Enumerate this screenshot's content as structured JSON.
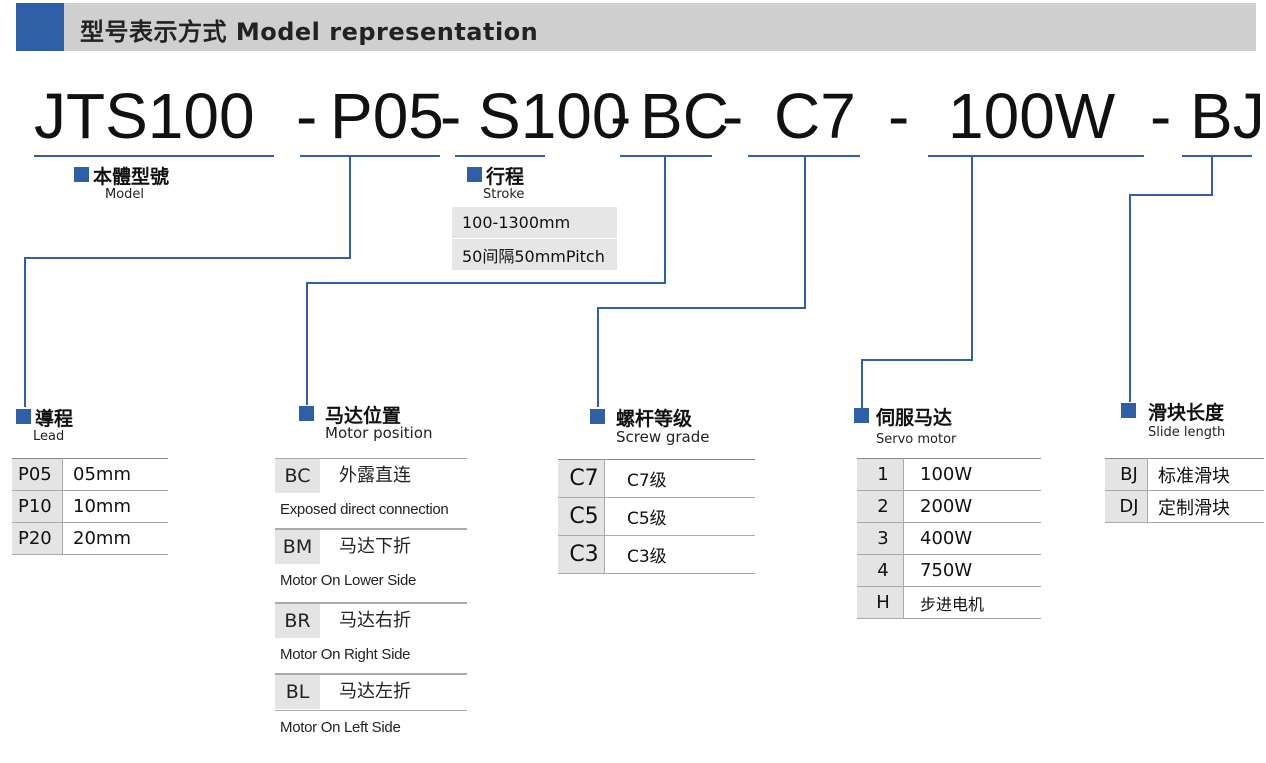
{
  "header": {
    "title": "型号表示方式  Model representation"
  },
  "code": [
    "JTS100",
    "-",
    "P05",
    "-",
    "S100",
    "-",
    "BC",
    "-",
    "C7",
    "-",
    "100W",
    "-",
    "BJ"
  ],
  "model": {
    "label_cn": "本體型號",
    "label_en": "Model"
  },
  "stroke": {
    "label_cn": "行程",
    "label_en": "Stroke",
    "rows": [
      "100-1300mm",
      "50间隔50mmPitch"
    ]
  },
  "lead": {
    "label_cn": "導程",
    "label_en": "Lead",
    "rows": [
      {
        "code": "P05",
        "value": "05mm"
      },
      {
        "code": "P10",
        "value": "10mm"
      },
      {
        "code": "P20",
        "value": "20mm"
      }
    ]
  },
  "motor_position": {
    "label_cn": "马达位置",
    "label_en": "Motor position",
    "rows": [
      {
        "code": "BC",
        "cn": "外露直连",
        "en": "Exposed direct connection"
      },
      {
        "code": "BM",
        "cn": "马达下折",
        "en": "Motor On Lower Side"
      },
      {
        "code": "BR",
        "cn": "马达右折",
        "en": "Motor On Right Side"
      },
      {
        "code": "BL",
        "cn": "马达左折",
        "en": "Motor On Left Side"
      }
    ]
  },
  "screw_grade": {
    "label_cn": "螺杆等级",
    "label_en": "Screw grade",
    "rows": [
      {
        "code": "C7",
        "value": "C7级"
      },
      {
        "code": "C5",
        "value": "C5级"
      },
      {
        "code": "C3",
        "value": "C3级"
      }
    ]
  },
  "servo_motor": {
    "label_cn": "伺服马达",
    "label_en": "Servo motor",
    "rows": [
      {
        "code": "1",
        "value": "100W"
      },
      {
        "code": "2",
        "value": "200W"
      },
      {
        "code": "3",
        "value": "400W"
      },
      {
        "code": "4",
        "value": "750W"
      },
      {
        "code": "H",
        "value": "步进电机"
      }
    ]
  },
  "slide_length": {
    "label_cn": "滑块长度",
    "label_en": "Slide length",
    "rows": [
      {
        "code": "BJ",
        "value": "标准滑块"
      },
      {
        "code": "DJ",
        "value": "定制滑块"
      }
    ]
  },
  "colors": {
    "accent": "#2f5fa6",
    "header_bg": "#cfcfcf",
    "cell_bg": "#e4e4e4"
  }
}
